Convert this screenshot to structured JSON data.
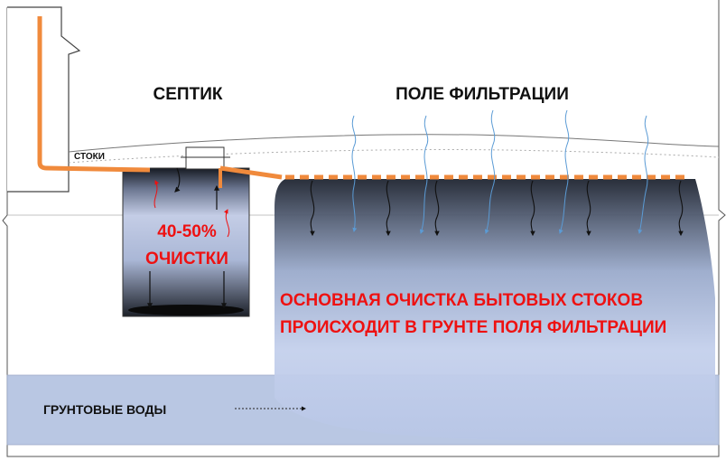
{
  "labels": {
    "septic": "СЕПТИК",
    "filtration_field": "ПОЛЕ ФИЛЬТРАЦИИ",
    "sewage": "СТОКИ",
    "purification_percent": "40-50%",
    "purification_word": "ОЧИСТКИ",
    "main_line1": "ОСНОВНАЯ ОЧИСТКА БЫТОВЫХ СТОКОВ",
    "main_line2": "ПРОИСХОДИТ В ГРУНТЕ ПОЛЯ ФИЛЬТРАЦИИ",
    "groundwater": "ГРУНТОВЫЕ ВОДЫ"
  },
  "colors": {
    "pipe": "#f08a3c",
    "highlight_text": "#ee1111",
    "rain": "#5b9bd5",
    "groundwater": "#b9c7e3",
    "soil_light": "#c8d4ee",
    "soil_dark": "#1e2430"
  }
}
